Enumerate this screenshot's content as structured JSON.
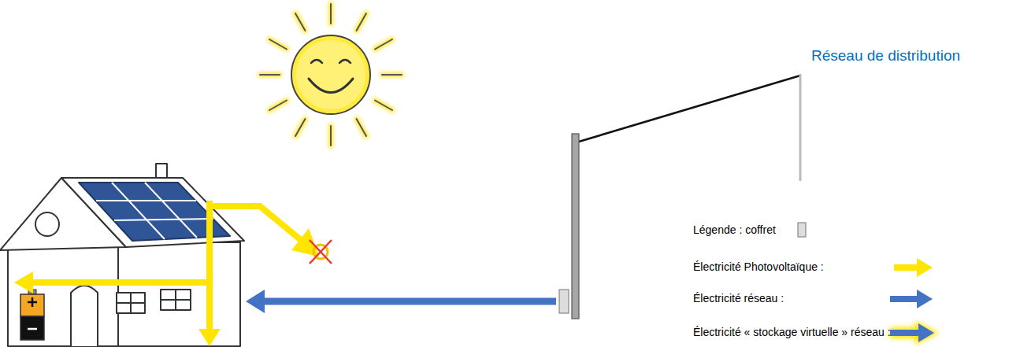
{
  "diagram": {
    "labels": [
      "Réseau de distribution"
    ],
    "legend": [
      {
        "text": "Légende : coffret"
      },
      {
        "text": "Électricité Photovoltaïque :"
      },
      {
        "text": "Électricité réseau :"
      },
      {
        "text": "Électricité « stockage virtuelle » réseau :"
      }
    ]
  }
}
